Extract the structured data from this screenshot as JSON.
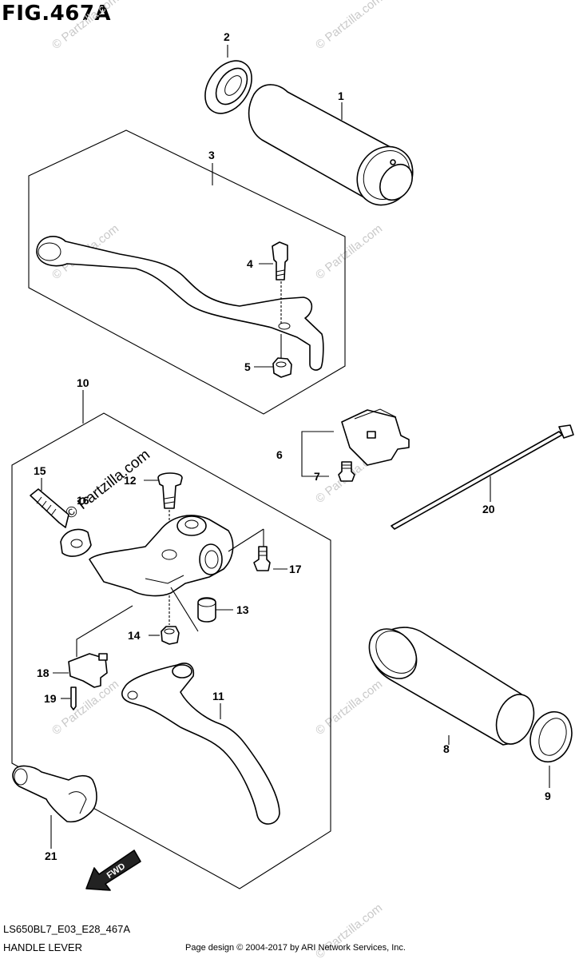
{
  "figure": {
    "title": "FIG.467A",
    "model_code": "LS650BL7_E03_E28_467A",
    "section_name": "HANDLE LEVER",
    "credit": "Page design © 2004-2017 by ARI Network Services, Inc."
  },
  "watermark": {
    "text": "© Partzilla.com",
    "prominent_text": "© Partzilla.com"
  },
  "fwd_label": "FWD",
  "callouts": [
    "1",
    "2",
    "3",
    "4",
    "5",
    "6",
    "7",
    "8",
    "9",
    "10",
    "11",
    "12",
    "13",
    "14",
    "15",
    "16",
    "17",
    "18",
    "19",
    "20",
    "21"
  ],
  "parts": [
    {
      "ref": "1",
      "icon": "handlebar-grip-icon"
    },
    {
      "ref": "2",
      "icon": "bearing-ring-icon"
    },
    {
      "ref": "3",
      "icon": "clutch-lever-icon"
    },
    {
      "ref": "4",
      "icon": "pivot-bolt-icon"
    },
    {
      "ref": "5",
      "icon": "nut-icon"
    },
    {
      "ref": "6",
      "icon": "switch-icon"
    },
    {
      "ref": "7",
      "icon": "screw-icon"
    },
    {
      "ref": "8",
      "icon": "grip-icon"
    },
    {
      "ref": "9",
      "icon": "end-cap-icon"
    },
    {
      "ref": "10",
      "icon": "lever-assembly-icon"
    },
    {
      "ref": "11",
      "icon": "brake-lever-icon"
    },
    {
      "ref": "12",
      "icon": "pivot-bolt-icon"
    },
    {
      "ref": "13",
      "icon": "spacer-icon"
    },
    {
      "ref": "14",
      "icon": "nut-icon"
    },
    {
      "ref": "15",
      "icon": "adjuster-screw-icon"
    },
    {
      "ref": "16",
      "icon": "adjuster-nut-icon"
    },
    {
      "ref": "17",
      "icon": "bolt-icon"
    },
    {
      "ref": "18",
      "icon": "brake-switch-icon"
    },
    {
      "ref": "19",
      "icon": "screw-icon"
    },
    {
      "ref": "20",
      "icon": "cable-tie-icon"
    },
    {
      "ref": "21",
      "icon": "lever-cover-icon"
    }
  ]
}
